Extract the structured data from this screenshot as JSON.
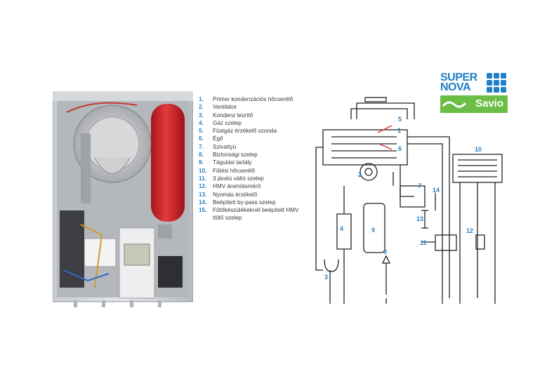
{
  "legend": [
    {
      "num": "1.",
      "text": "Primer kondenzációs hőcserélő"
    },
    {
      "num": "2.",
      "text": "Ventilátor"
    },
    {
      "num": "3.",
      "text": "Kondenz leürítő"
    },
    {
      "num": "4.",
      "text": "Gáz szelep"
    },
    {
      "num": "5.",
      "text": "Füstgáz érzékelő szonda"
    },
    {
      "num": "6.",
      "text": "Égő"
    },
    {
      "num": "7.",
      "text": "Szivattyú"
    },
    {
      "num": "8.",
      "text": "Biztonsági szelep"
    },
    {
      "num": "9.",
      "text": "Tágulási tartály"
    },
    {
      "num": "10.",
      "text": "Fűtési hőcserélő"
    },
    {
      "num": "11.",
      "text": "3 járatú váltó szelep"
    },
    {
      "num": "12.",
      "text": "HMV áramlásmérő"
    },
    {
      "num": "13.",
      "text": "Nyomás érzékelő"
    },
    {
      "num": "14.",
      "text": "Beépített by-pass szelep"
    },
    {
      "num": "15.",
      "text": "Fűtőkészülékeknél beépített HMV töltő szelep"
    }
  ],
  "logo": {
    "line1": "SUPER",
    "line2": "NOVA",
    "brand": "Savio"
  },
  "callouts": {
    "c1": "1",
    "c2": "2",
    "c3": "3",
    "c4": "4",
    "c5": "5",
    "c6": "6",
    "c7": "7",
    "c8": "8",
    "c9": "9",
    "c10": "10",
    "c11": "11",
    "c12": "12",
    "c13": "13",
    "c14": "14"
  },
  "colors": {
    "accent": "#2a7fc0",
    "brand_green": "#6bbd45",
    "tank_red": "#d8282b"
  }
}
